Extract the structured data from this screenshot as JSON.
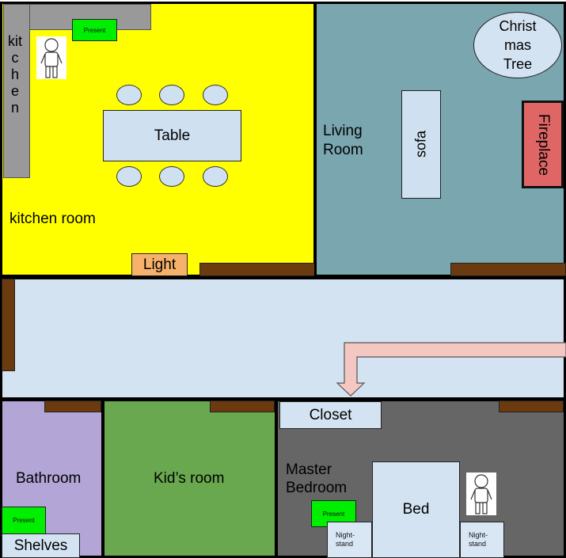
{
  "rooms": {
    "kitchen_label": "kitchen room",
    "living_label": "Living Room",
    "bathroom_label": "Bathroom",
    "kids_label": "Kid’s room",
    "master_label": "Master Bedroom"
  },
  "furniture": {
    "kitchen_counter": "kitchen",
    "table": "Table",
    "light": "Light",
    "christmas_tree": "Christ mas Tree",
    "sofa": "sofa",
    "fireplace": "Fireplace",
    "closet": "Closet",
    "bed": "Bed",
    "nightstand_left": "Night-stand",
    "nightstand_right": "Night-stand",
    "shelves": "Shelves"
  },
  "presents": {
    "kitchen": "Present",
    "bathroom": "Present",
    "bedroom": "Present"
  },
  "colors": {
    "kitchen": "#ffff00",
    "living": "#7aa6b0",
    "hallway": "#d4e3f2",
    "bathroom": "#b3a6d6",
    "kids": "#6aa84f",
    "master": "#666666",
    "door": "#6b3a0f",
    "fireplace": "#e06666",
    "light": "#f6b26b",
    "present": "#00ee00",
    "arrow": "#f4c7c3"
  }
}
